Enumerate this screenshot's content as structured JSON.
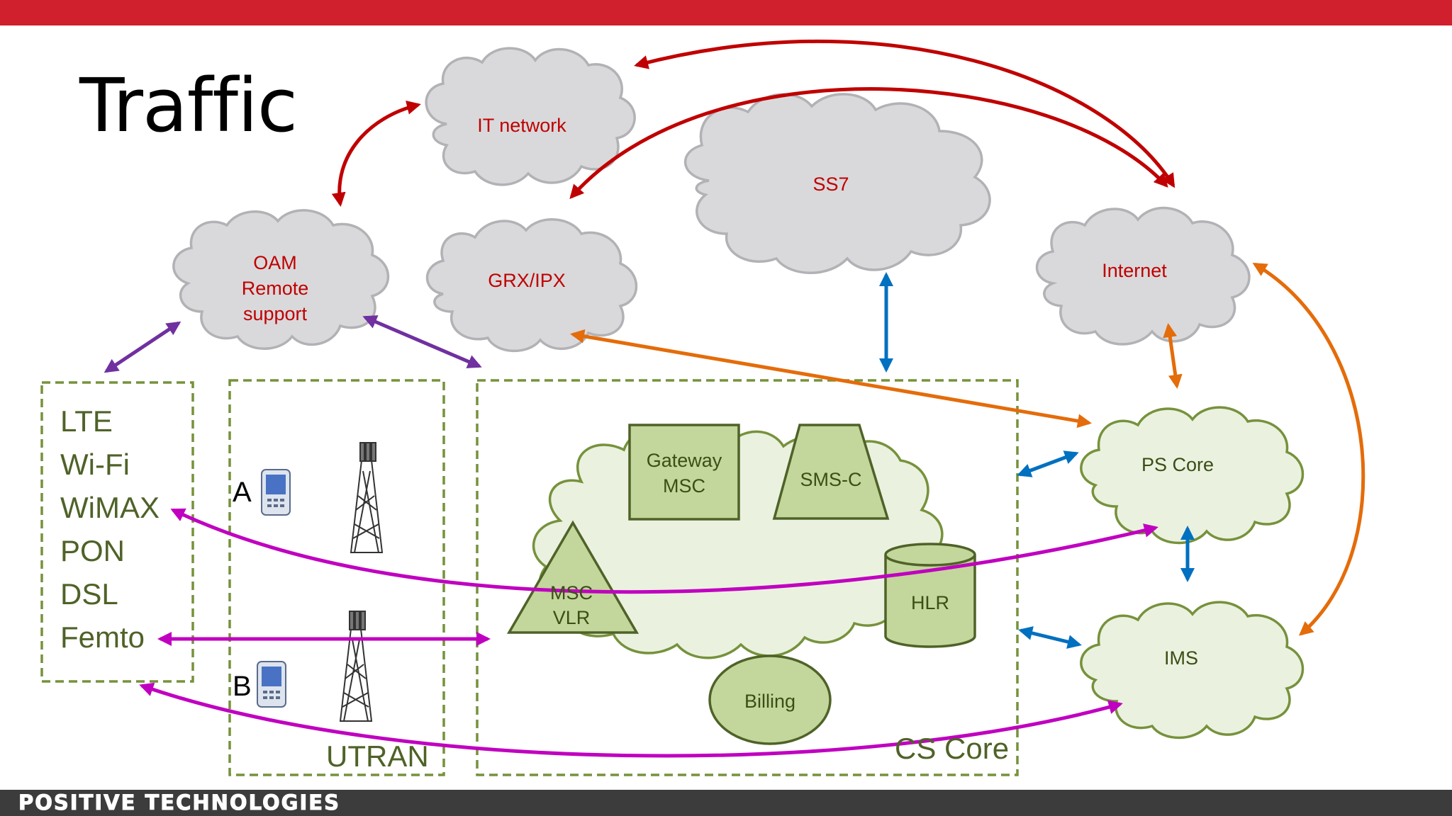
{
  "slide": {
    "title": "Traffic",
    "brand": "POSITIVE TECHNOLOGIES"
  },
  "clouds": {
    "it_network": "IT network",
    "ss7": "SS7",
    "oam": [
      "OAM",
      "Remote",
      "support"
    ],
    "grx": "GRX/IPX",
    "internet": "Internet",
    "ps_core": "PS Core",
    "ims": "IMS"
  },
  "access_list": [
    "LTE",
    "Wi-Fi",
    "WiMAX",
    "PON",
    "DSL",
    "Femto"
  ],
  "utran": {
    "label": "UTRAN",
    "phone_a": "A",
    "phone_b": "B"
  },
  "cs_core": {
    "label": "CS Core",
    "gateway_msc": [
      "Gateway",
      "MSC"
    ],
    "sms_c": "SMS-C",
    "msc_vlr": [
      "MSC",
      "VLR"
    ],
    "hlr": "HLR",
    "billing": "Billing"
  },
  "colors": {
    "red_arrow": "#c00000",
    "orange_arrow": "#e46c0a",
    "blue_arrow": "#0070c0",
    "purple_arrow": "#7030a0",
    "magenta_arrow": "#c000c0",
    "green_stroke": "#76923c",
    "top_bar": "#d0202e"
  }
}
